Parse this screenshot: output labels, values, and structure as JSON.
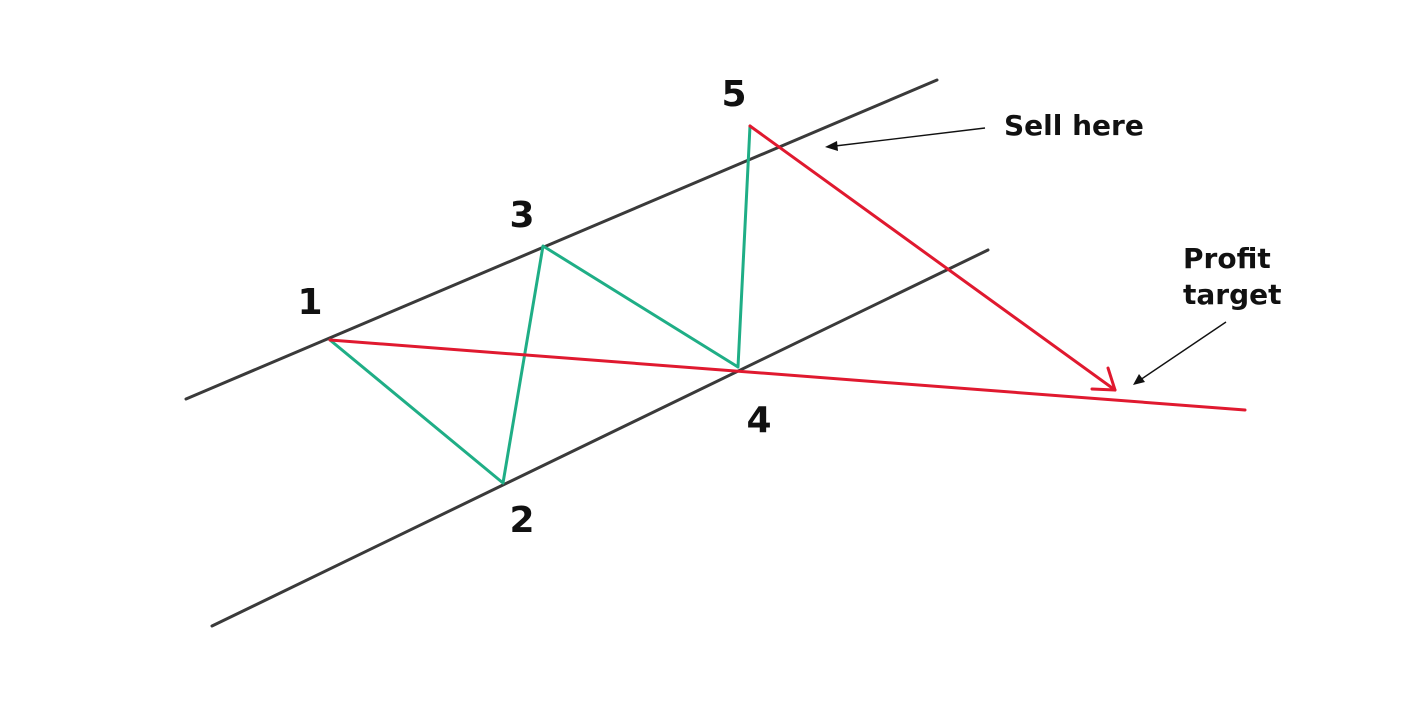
{
  "points": [
    {
      "id": "1",
      "label": "1"
    },
    {
      "id": "2",
      "label": "2"
    },
    {
      "id": "3",
      "label": "3"
    },
    {
      "id": "4",
      "label": "4"
    },
    {
      "id": "5",
      "label": "5"
    }
  ],
  "annotations": {
    "sell": "Sell here",
    "profit_line1": "Profit",
    "profit_line2": "target"
  },
  "colors": {
    "channel": "#3a3a3a",
    "wave": "#1fae86",
    "target": "#e0192f",
    "text": "#111111"
  }
}
